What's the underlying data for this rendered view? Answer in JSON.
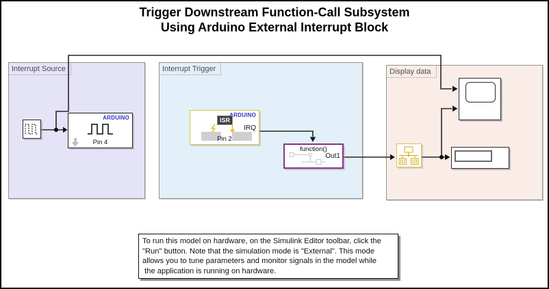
{
  "title": {
    "line1": "Trigger Downstream Function-Call Subsystem",
    "line2": "Using Arduino External Interrupt Block"
  },
  "areas": {
    "interrupt_source": {
      "label": "Interrupt Source",
      "bg": "#e5e3f7"
    },
    "interrupt_trigger": {
      "label": "Interrupt Trigger",
      "bg": "#e3f0f9"
    },
    "display_data": {
      "label": "Display data",
      "bg": "#faece7"
    }
  },
  "blocks": {
    "pulse_generator": {
      "icon": "pulse-generator-icon"
    },
    "digital_output": {
      "brand": "ARDUINO",
      "pin": "Pin 4",
      "icon": "square-wave-icon"
    },
    "external_interrupt": {
      "brand": "ARDUINO",
      "isr": "ISR",
      "pin": "Pin 2",
      "output_port": "IRQ"
    },
    "function_call_subsystem": {
      "label": "function()",
      "output_port": "Out1"
    },
    "rate_transition": {
      "icon": "rate-transition-icon"
    },
    "scope": {
      "icon": "scope-screen"
    },
    "display": {
      "icon": "display-readout"
    }
  },
  "annotation": {
    "lines": [
      "To run this model on hardware, on the Simulink Editor toolbar, click the",
      "\"Run\" button. Note that the simulation mode is \"External\". This mode",
      "allows you to tune parameters and monitor signals in the model while",
      " the application is running on hardware."
    ]
  },
  "colors": {
    "arduino_blue": "#2f33cf",
    "sample_time_yellow": "#dfbf47",
    "subsystem_purple": "#8b3090",
    "wire": "#262626",
    "area_border": "#919191",
    "pad_gray": "#cfcfcf"
  }
}
